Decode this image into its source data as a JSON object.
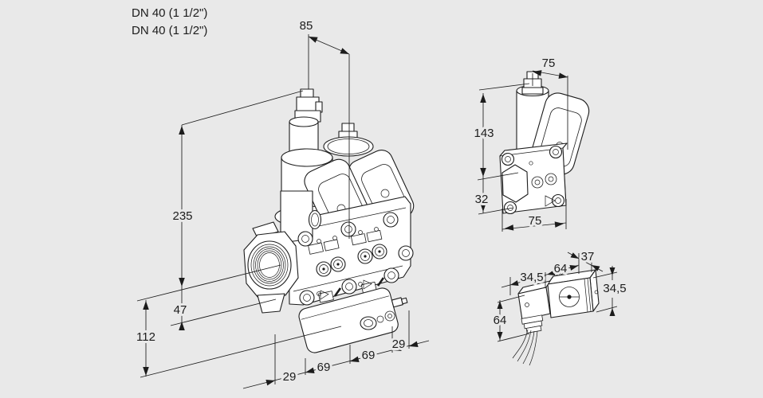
{
  "colors": {
    "background": "#e9e9e9",
    "line": "#1c1c1c",
    "part_fill": "#ffffff"
  },
  "port_labels": {
    "line1": "DN 40 (1 1/2\")",
    "line2": "DN 40 (1 1/2\")"
  },
  "main_view": {
    "dims": {
      "depth_top": "85",
      "height_above_center": "235",
      "center_to_flange_bottom": "47",
      "center_to_base": "112",
      "chain": [
        "29",
        "69",
        "69",
        "29"
      ]
    }
  },
  "side_view": {
    "dims": {
      "depth_top": "75",
      "height_above_center": "143",
      "center_to_bottom": "32",
      "width_bottom": "75"
    }
  },
  "coil_view": {
    "dims": {
      "coil_depth": "37",
      "coil_length": "64",
      "plug_depth": "34,5",
      "coil_height": "34,5",
      "plug_height": "64"
    }
  }
}
